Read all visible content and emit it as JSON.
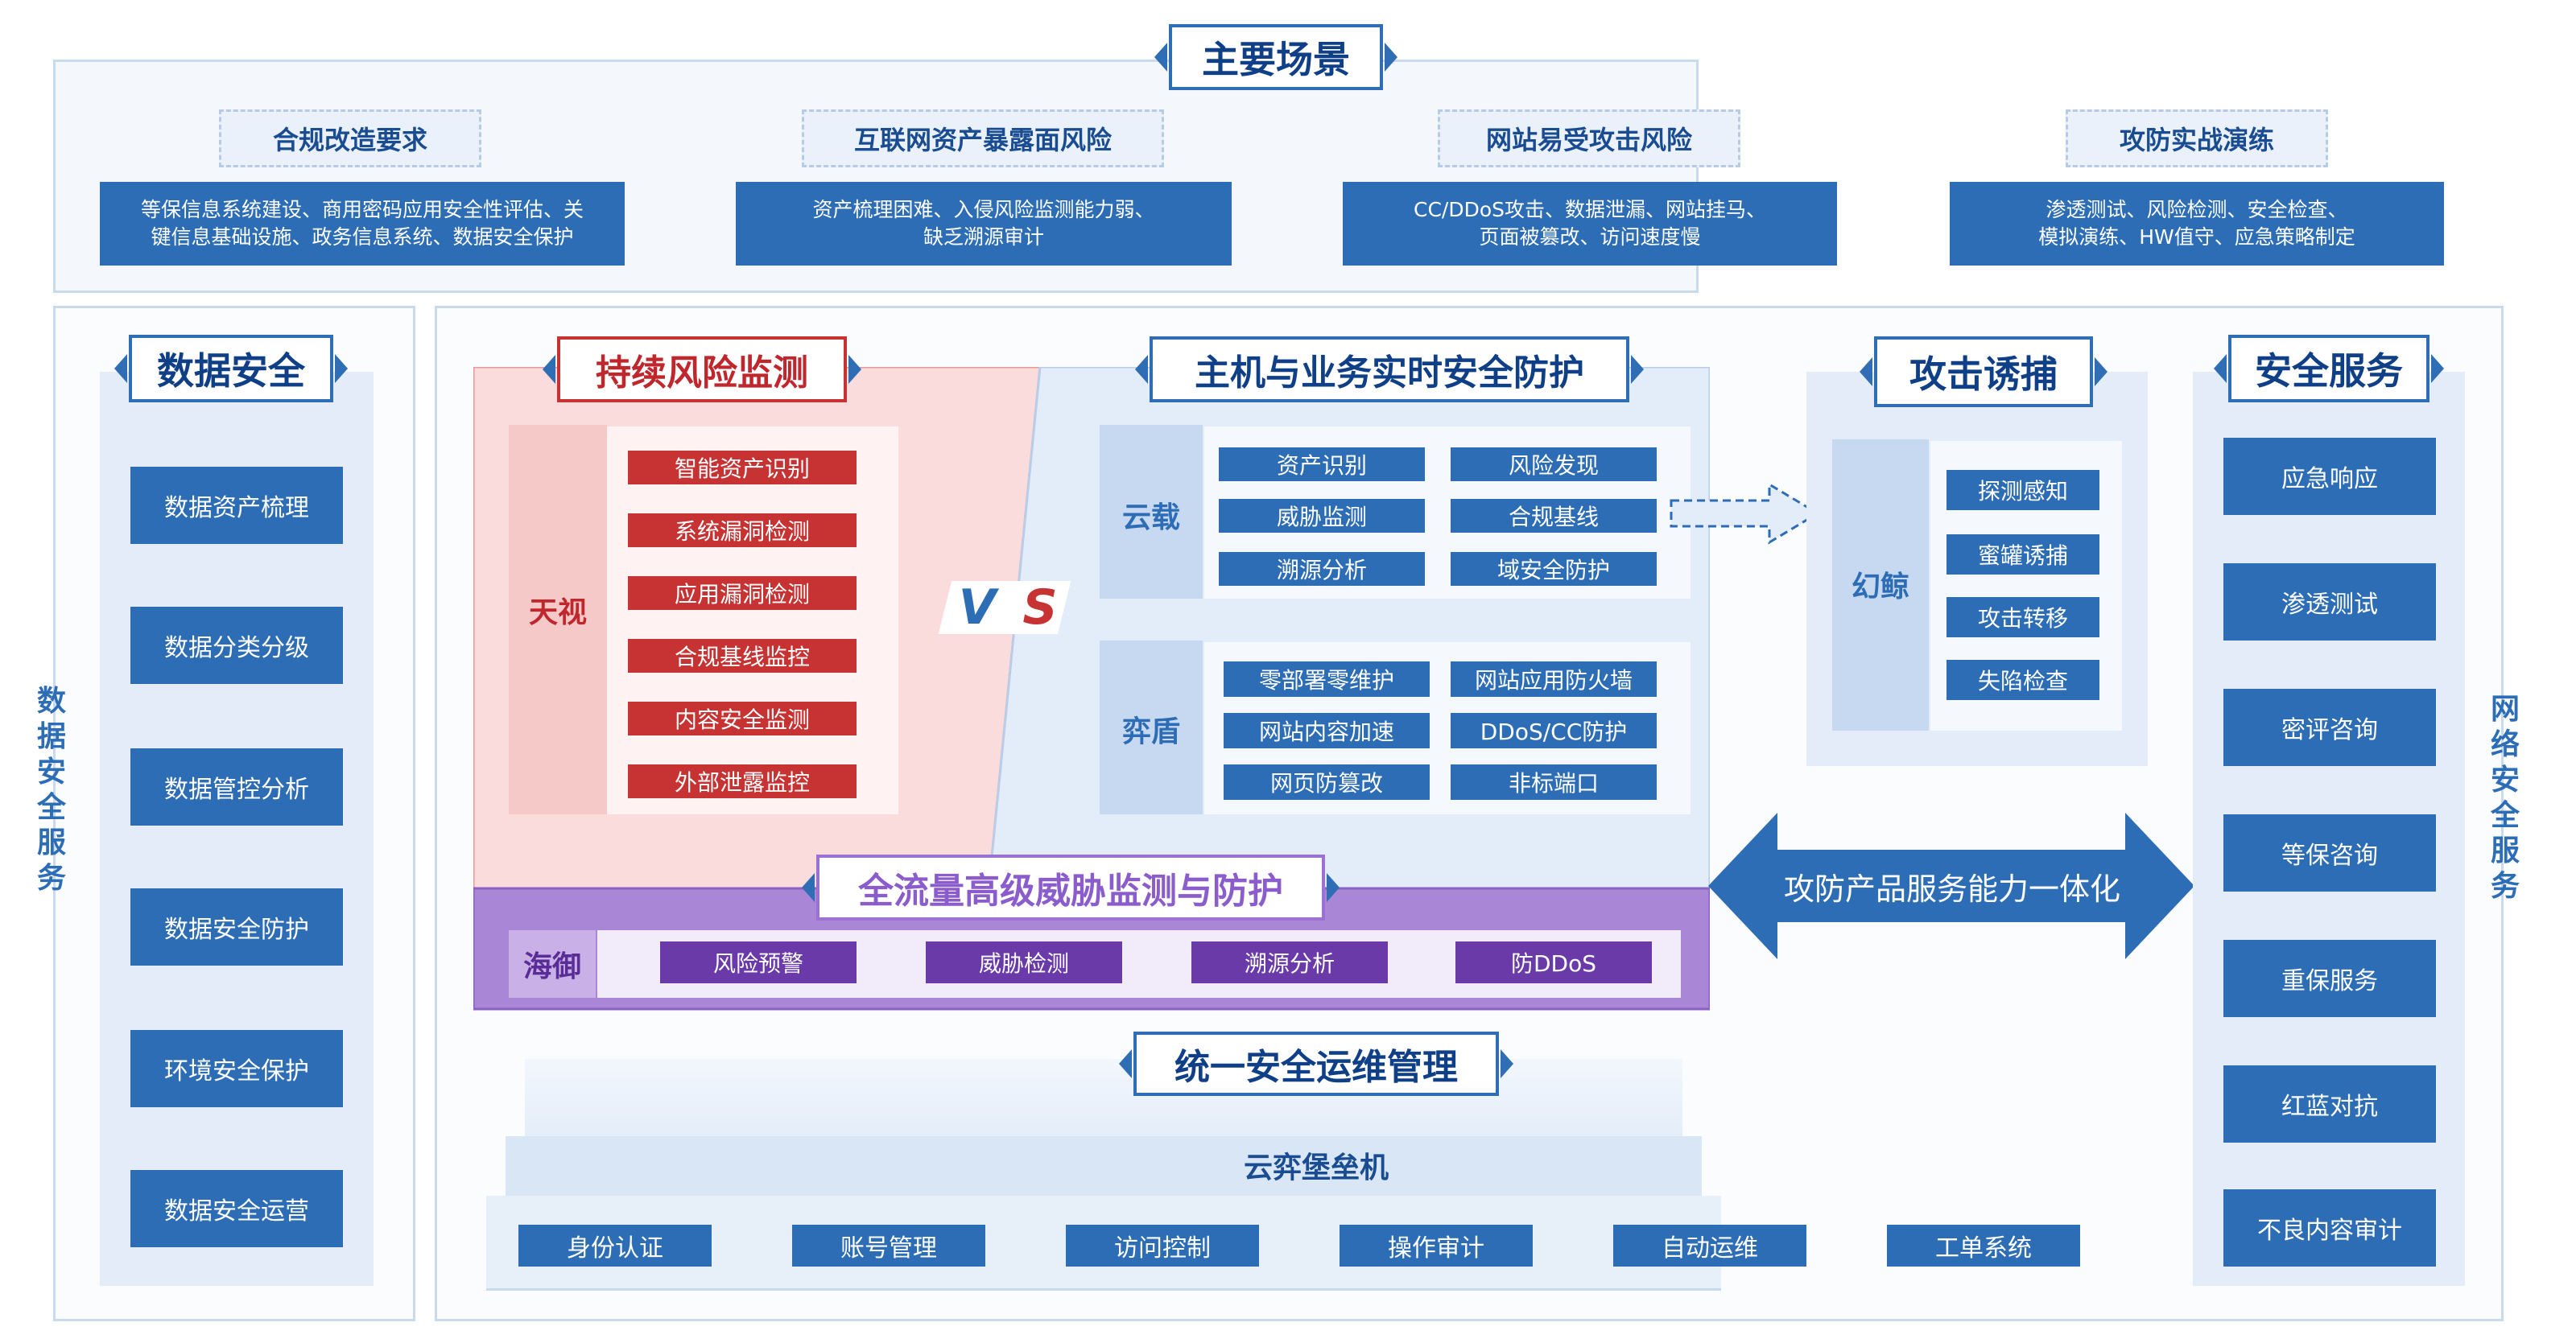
{
  "colors": {
    "primary": "#2d6db5",
    "title_text": "#0f3f86",
    "monitor_red": "#c73333",
    "purple": "#6a3aa8"
  },
  "scenarios": {
    "title": "主要场景",
    "items": [
      {
        "title": "合规改造要求",
        "line1": "等保信息系统建设、商用密码应用安全性评估、关",
        "line2": "键信息基础设施、政务信息系统、数据安全保护"
      },
      {
        "title": "互联网资产暴露面风险",
        "line1": "资产梳理困难、入侵风险监测能力弱、",
        "line2": "缺乏溯源审计"
      },
      {
        "title": "网站易受攻击风险",
        "line1": "CC/DDoS攻击、数据泄漏、网站挂马、",
        "line2": "页面被篡改、访问速度慢"
      },
      {
        "title": "攻防实战演练",
        "line1": "渗透测试、风险检测、安全检查、",
        "line2": "模拟演练、HW值守、应急策略制定"
      }
    ]
  },
  "data_security": {
    "title": "数据安全",
    "side_label": "数据安全服务",
    "items": [
      "数据资产梳理",
      "数据分类分级",
      "数据管控分析",
      "数据安全防护",
      "环境安全保护",
      "数据安全运营"
    ]
  },
  "monitoring": {
    "title": "持续风险监测",
    "product": "天视",
    "items": [
      "智能资产识别",
      "系统漏洞检测",
      "应用漏洞检测",
      "合规基线监控",
      "内容安全监测",
      "外部泄露监控"
    ]
  },
  "vs": {
    "v": "V",
    "s": "S"
  },
  "host_protection": {
    "title": "主机与业务实时安全防护",
    "yunzai": {
      "label": "云载",
      "items": [
        "资产识别",
        "风险发现",
        "威胁监测",
        "合规基线",
        "溯源分析",
        "域安全防护"
      ]
    },
    "yidun": {
      "label": "弈盾",
      "items": [
        "零部署零维护",
        "网站应用防火墙",
        "网站内容加速",
        "DDoS/CC防护",
        "网页防篡改",
        "非标端口"
      ]
    }
  },
  "full_traffic": {
    "title": "全流量高级威胁监测与防护",
    "product": "海御",
    "items": [
      "风险预警",
      "威胁检测",
      "溯源分析",
      "防DDoS"
    ]
  },
  "attack_trap": {
    "title": "攻击诱捕",
    "product": "幻鲸",
    "items": [
      "探测感知",
      "蜜罐诱捕",
      "攻击转移",
      "失陷检查"
    ]
  },
  "integration": {
    "label": "攻防产品服务能力一体化"
  },
  "security_service": {
    "title": "安全服务",
    "side_label": "网络安全服务",
    "items": [
      "应急响应",
      "渗透测试",
      "密评咨询",
      "等保咨询",
      "重保服务",
      "红蓝对抗",
      "不良内容审计"
    ]
  },
  "ops": {
    "title": "统一安全运维管理",
    "bastion": "云弈堡垒机",
    "items": [
      "身份认证",
      "账号管理",
      "访问控制",
      "操作审计",
      "自动运维",
      "工单系统"
    ]
  }
}
